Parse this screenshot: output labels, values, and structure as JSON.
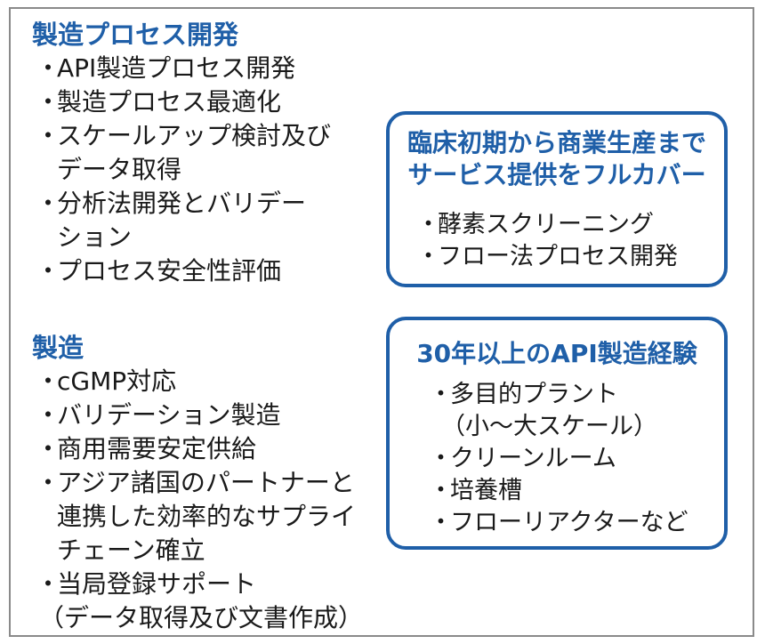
{
  "colors": {
    "accent": "#1f5fa8",
    "border": "#8a8a8a",
    "text": "#1a1a1a"
  },
  "process_dev": {
    "heading": "製造プロセス開発",
    "bullet": "・",
    "items": [
      {
        "line1": "API製造プロセス開発",
        "line2": ""
      },
      {
        "line1": "製造プロセス最適化",
        "line2": ""
      },
      {
        "line1": "スケールアップ検討及び",
        "line2": "データ取得"
      },
      {
        "line1": "分析法開発とバリデー",
        "line2": "ション"
      },
      {
        "line1": "プロセス安全性評価",
        "line2": ""
      }
    ]
  },
  "manufacturing": {
    "heading": "製造",
    "bullet": "・",
    "items": [
      {
        "line1": "cGMP対応",
        "line2": "",
        "line3": ""
      },
      {
        "line1": "バリデーション製造",
        "line2": "",
        "line3": ""
      },
      {
        "line1": "商用需要安定供給",
        "line2": "",
        "line3": ""
      },
      {
        "line1": "アジア諸国のパートナーと",
        "line2": "連携した効率的なサプライ",
        "line3": "チェーン確立"
      },
      {
        "line1": "当局登録サポート",
        "line2": "（データ取得及び文書作成）",
        "line3": ""
      }
    ]
  },
  "coverage_box": {
    "title_line1": "臨床初期から商業生産まで",
    "title_line2": "サービス提供をフルカバー",
    "bullet": "・",
    "items": [
      {
        "line1": "酵素スクリーニング",
        "line2": ""
      },
      {
        "line1": "フロー法プロセス開発",
        "line2": ""
      }
    ]
  },
  "experience_box": {
    "title": "30年以上のAPI製造経験",
    "bullet": "・",
    "items": [
      {
        "line1": "多目的プラント",
        "line2": "（小〜大スケール）"
      },
      {
        "line1": "クリーンルーム",
        "line2": ""
      },
      {
        "line1": "培養槽",
        "line2": ""
      },
      {
        "line1": "フローリアクターなど",
        "line2": ""
      }
    ]
  }
}
